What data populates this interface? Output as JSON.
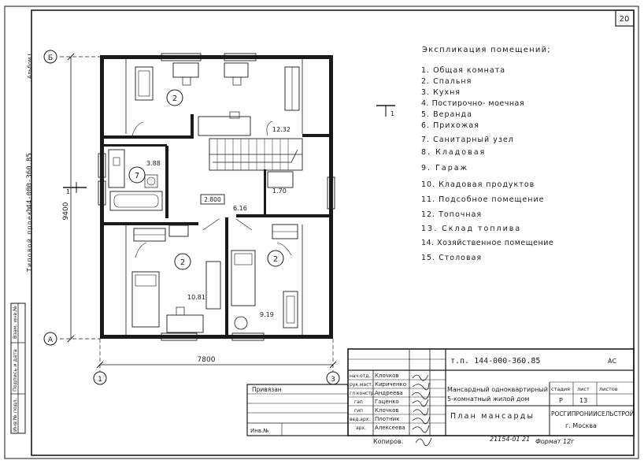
{
  "sheet": {
    "sheet_number": "20",
    "album": "Альбом I",
    "project_label": "Типовой проект",
    "project_code": "144-000-360.85"
  },
  "axes": {
    "top": "Б",
    "bottom": "А",
    "left": "1",
    "right": "3"
  },
  "dimensions": {
    "width": "7800",
    "height": "9400"
  },
  "sections": {
    "horizontal": "1",
    "vertical": "1"
  },
  "level_mark": "2.800",
  "rooms": [
    {
      "code": "2",
      "area": "12.32"
    },
    {
      "code": "7",
      "area": "3.88"
    },
    {
      "code": "",
      "area": "6.16"
    },
    {
      "code": "",
      "area": "1.70"
    },
    {
      "code": "2",
      "area": "10.81"
    },
    {
      "code": "2",
      "area": "9.19"
    }
  ],
  "explication": {
    "title": "Экспликация помещений;",
    "items": [
      "1. Общая комната",
      "2. Спальня",
      "3. Кухня",
      "4. Постирочно- моечная",
      "5. Веранда",
      "6. Прихожая",
      "7. Санитарный узел",
      "8. Кладовая",
      "9. Гараж",
      "10. Кладовая продуктов",
      "11. Подсобное помещение",
      "12. Топочная",
      "13. Склад топлива",
      "14. Хозяйственное помещение",
      "15. Столовая"
    ]
  },
  "stamp": {
    "code": "т.п.   144-000-360.85",
    "suffix": "АС",
    "signers": [
      {
        "role": "нач.отд.",
        "name": "Клочков"
      },
      {
        "role": "рук.маст.",
        "name": "Кириченко"
      },
      {
        "role": "гл.констр.",
        "name": "Андреева"
      },
      {
        "role": "гап",
        "name": "Гаценко"
      },
      {
        "role": "гип",
        "name": "Клочков"
      },
      {
        "role": "вед.арх.",
        "name": "Плотник"
      },
      {
        "role": "арх.",
        "name": "Алексеева"
      }
    ],
    "title_line1": "Мансардный одноквартирный",
    "title_line2": "5-комнатный жилой дом",
    "sheet_title": "План мансарды",
    "stage_header": "стадия",
    "sheet_header": "лист",
    "sheets_header": "листов",
    "stage": "Р",
    "sheet": "13",
    "sheets": "",
    "org_line1": "РОСГИПРОНИИСЕЛЬСТРОЙ",
    "org_line2": "г. Москва",
    "privyazan": "Привязан",
    "inv_no": "Инв.№",
    "copied": "Копиров.",
    "order_no": "21154-01 21",
    "format": "Формат 12г"
  },
  "margin_labels": {
    "inv_orig": "Инв.№ подл.",
    "sign_date": "Подпись и дата",
    "replace_inv": "Взам. инв.№"
  }
}
